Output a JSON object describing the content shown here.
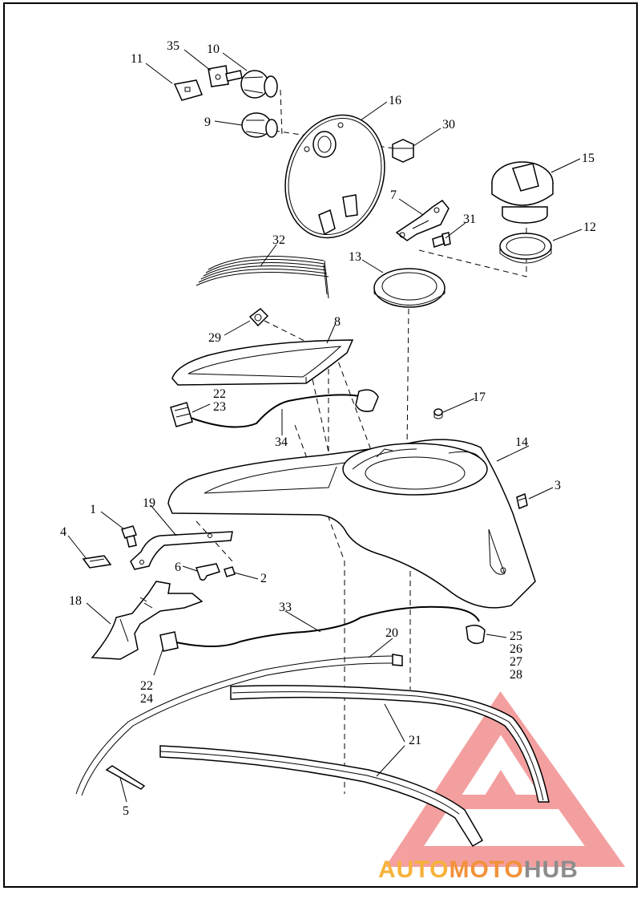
{
  "diagram": {
    "callouts": {
      "p1": "1",
      "p2": "2",
      "p3": "3",
      "p4": "4",
      "p5": "5",
      "p6": "6",
      "p7": "7",
      "p8": "8",
      "p9": "9",
      "p10": "10",
      "p11": "11",
      "p12": "12",
      "p13": "13",
      "p14": "14",
      "p15": "15",
      "p16": "16",
      "p17": "17",
      "p18": "18",
      "p19": "19",
      "p20": "20",
      "p21": "21",
      "p22a": "22",
      "p23": "23",
      "p22b": "22",
      "p24": "24",
      "p25": "25",
      "p26": "26",
      "p27": "27",
      "p28": "28",
      "p29": "29",
      "p30": "30",
      "p31": "31",
      "p32": "32",
      "p33": "33",
      "p34": "34",
      "p35": "35"
    }
  },
  "watermark": {
    "text_auto": "AUTO",
    "text_moto": "MOTO",
    "text_hub": "HUB",
    "color_auto": "#f7b23a",
    "color_moto": "#f2913a",
    "color_hub": "#8c8c8c",
    "triangle_color": "#f08080"
  }
}
